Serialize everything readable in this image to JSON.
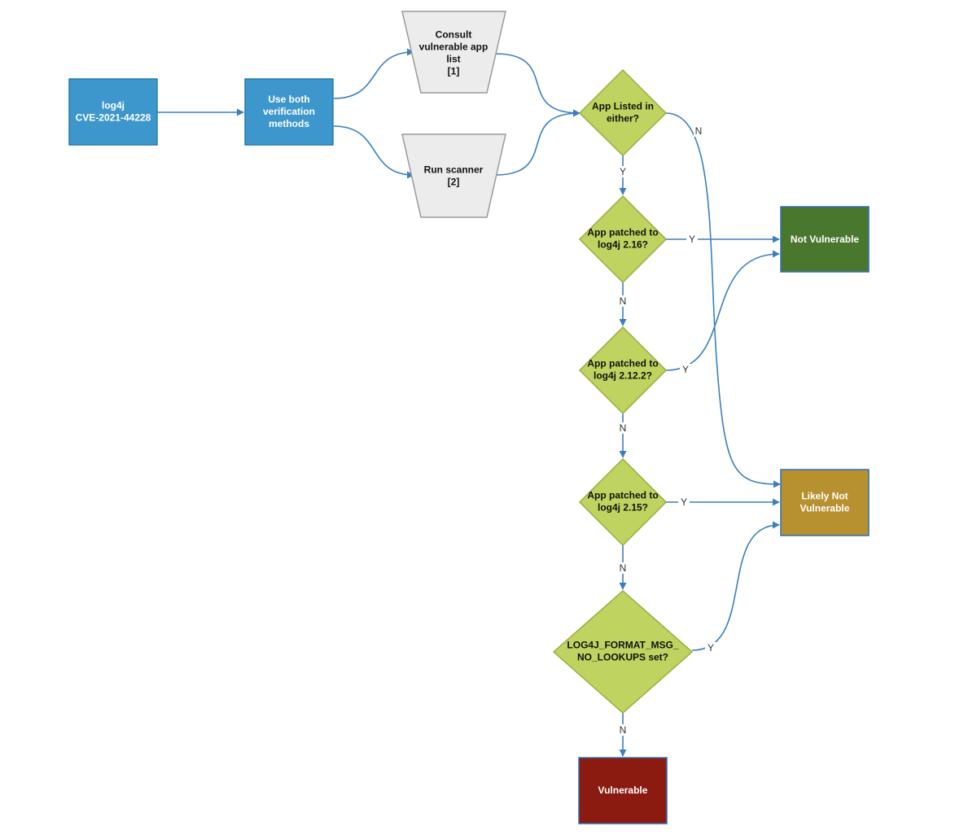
{
  "nodes": {
    "log4j": {
      "lines": [
        "log4j",
        "CVE-2021-44228"
      ],
      "color": "#3d97cc"
    },
    "use_both": {
      "lines": [
        "Use both",
        "verification",
        "methods"
      ],
      "color": "#3d97cc"
    },
    "consult": {
      "lines": [
        "Consult",
        "vulnerable app",
        "list",
        "[1]"
      ],
      "color": "#ececec"
    },
    "scanner": {
      "lines": [
        "Run scanner",
        "[2]"
      ],
      "color": "#ececec"
    },
    "listed": {
      "lines": [
        "App Listed in",
        "either?"
      ],
      "color": "#bfd460"
    },
    "patched_216": {
      "lines": [
        "App patched to",
        "log4j 2.16?"
      ],
      "color": "#bfd460"
    },
    "patched_2122": {
      "lines": [
        "App patched to",
        "log4j 2.12.2?"
      ],
      "color": "#bfd460"
    },
    "patched_215": {
      "lines": [
        "App patched to",
        "log4j 2.15?"
      ],
      "color": "#bfd460"
    },
    "format_msg": {
      "lines": [
        "LOG4J_FORMAT_MSG_",
        "NO_LOOKUPS set?"
      ],
      "color": "#bfd460"
    },
    "not_vulnerable": {
      "lines": [
        "Not Vulnerable"
      ],
      "color": "#4a772e"
    },
    "likely_not": {
      "lines": [
        "Likely Not",
        "Vulnerable"
      ],
      "color": "#b7912f"
    },
    "vulnerable": {
      "lines": [
        "Vulnerable"
      ],
      "color": "#8b1a10"
    }
  },
  "edge_labels": {
    "listed_y": "Y",
    "listed_n": "N",
    "p216_y": "Y",
    "p216_n": "N",
    "p2122_y": "Y",
    "p2122_n": "N",
    "p215_y": "Y",
    "p215_n": "N",
    "fmt_y": "Y",
    "fmt_n": "N"
  },
  "colors": {
    "edge": "#3a7fc0",
    "node_border_blue": "#2a78b0",
    "node_border_green": "#98ad3e",
    "node_border_gray": "#9a9a9a"
  }
}
